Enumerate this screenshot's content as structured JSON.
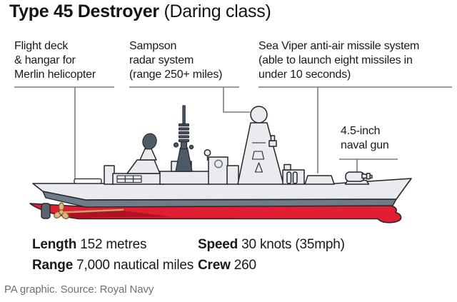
{
  "title": {
    "name": "Type 45 Destroyer",
    "qualifier": "(Daring class)"
  },
  "callouts": [
    {
      "id": "flight-deck",
      "lines": [
        "Flight deck",
        "& hangar for",
        "Merlin helicopter"
      ]
    },
    {
      "id": "sampson-radar",
      "lines": [
        "Sampson",
        "radar system",
        "(range 250+ miles)"
      ]
    },
    {
      "id": "sea-viper",
      "lines": [
        "Sea Viper anti-air missile system",
        "(able to launch eight missiles in",
        "under 10 seconds)"
      ]
    },
    {
      "id": "naval-gun",
      "lines": [
        "4.5-inch",
        "naval gun"
      ]
    }
  ],
  "specs": [
    {
      "label": "Length",
      "value": "152 metres"
    },
    {
      "label": "Range",
      "value": "7,000 nautical miles"
    },
    {
      "label": "Speed",
      "value": "30 knots (35mph)"
    },
    {
      "label": "Crew",
      "value": "260"
    }
  ],
  "footer": "PA graphic. Source: Royal Navy",
  "colors": {
    "hull_grey": "#e9ebee",
    "hull_red": "#e21e32",
    "hull_red_shadow": "#ae1322",
    "waterline_stripe": "#6e7b88",
    "mast_dark": "#4f5a66",
    "propeller_tan": "#e2b383",
    "outline": "#23272b",
    "leader_line": "#7c7c7c",
    "text": "#191919",
    "footer_text": "#707070"
  }
}
